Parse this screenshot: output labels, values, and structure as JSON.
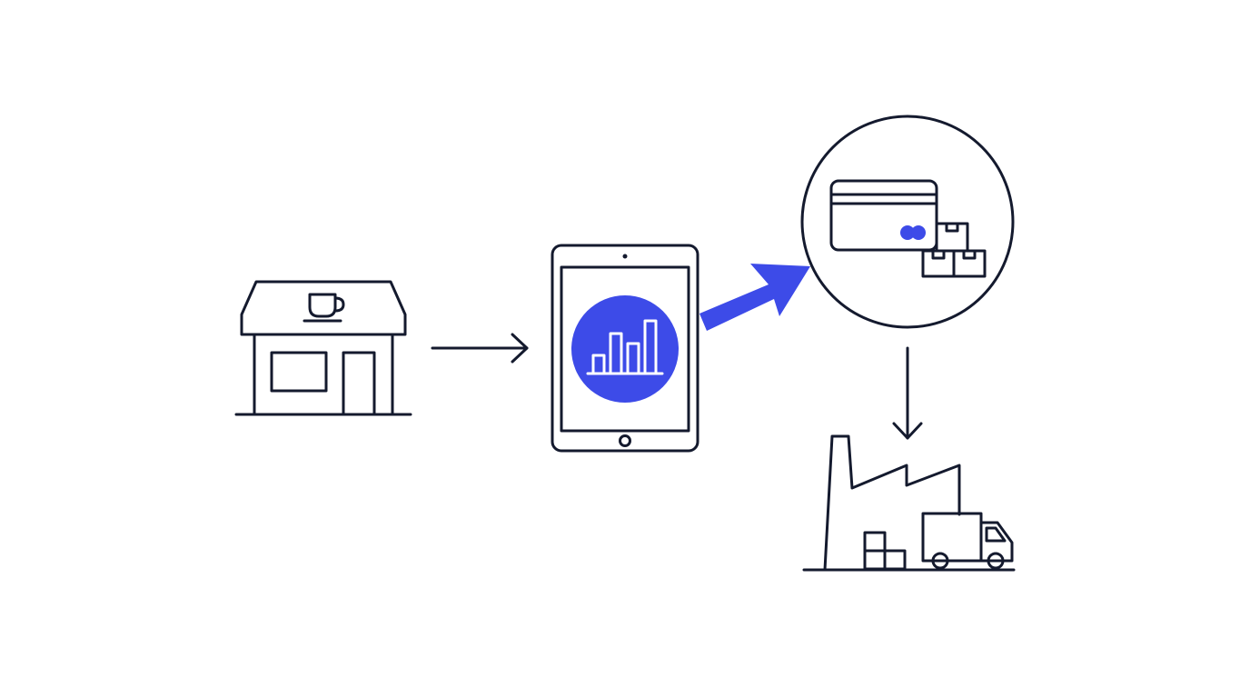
{
  "colors": {
    "ink": "#141a2e",
    "accent": "#3d4be8",
    "background": "#ffffff"
  },
  "nodes": [
    {
      "id": "store",
      "icon": "coffee-shop-icon"
    },
    {
      "id": "tablet",
      "icon": "tablet-analytics-icon"
    },
    {
      "id": "payment",
      "icon": "card-and-boxes-icon"
    },
    {
      "id": "factory",
      "icon": "factory-truck-icon"
    }
  ],
  "edges": [
    {
      "from": "store",
      "to": "tablet",
      "style": "thin-arrow"
    },
    {
      "from": "tablet",
      "to": "payment",
      "style": "bold-accent-arrow"
    },
    {
      "from": "payment",
      "to": "factory",
      "style": "thin-arrow"
    }
  ]
}
